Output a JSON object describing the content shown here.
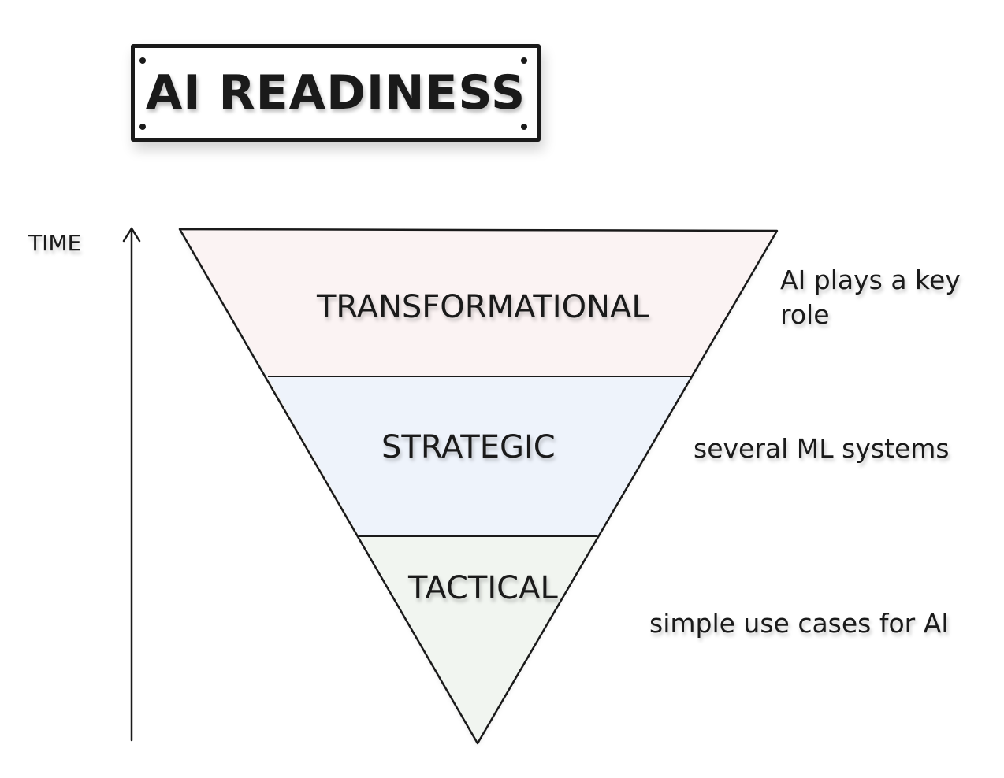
{
  "title": "AI READINESS",
  "axis": {
    "label": "TIME"
  },
  "levels": [
    {
      "name": "TRANSFORMATIONAL",
      "description": "AI plays a key role",
      "fill": "#fbf3f3"
    },
    {
      "name": "STRATEGIC",
      "description": "several ML systems",
      "fill": "#eef3fb"
    },
    {
      "name": "TACTICAL",
      "description": "simple use cases for AI",
      "fill": "#f1f5f0"
    }
  ],
  "colors": {
    "ink": "#1a1a1a",
    "background": "#ffffff"
  }
}
